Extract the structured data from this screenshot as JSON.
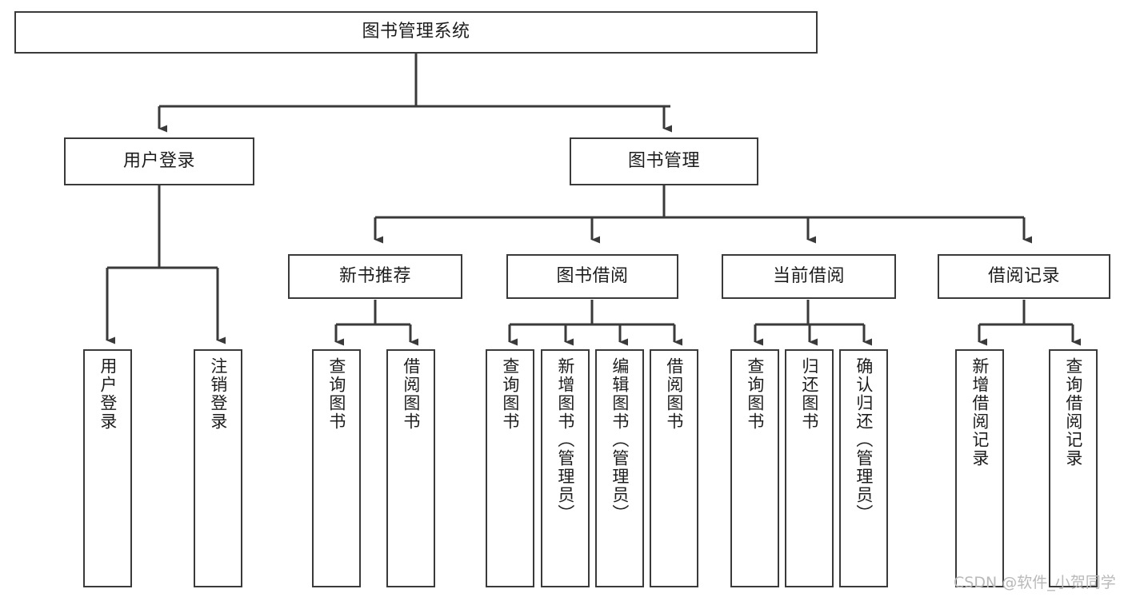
{
  "diagram": {
    "type": "tree-hierarchy-chart",
    "title": "图书管理系统",
    "watermark": "CSDN @软件_小贺同学",
    "colors": {
      "box_border": "#3a3a3a",
      "box_fill": "#ffffff",
      "connector": "#3a3a3a",
      "text": "#1d1d1d",
      "watermark": "#b9b9b9",
      "background": "#ffffff"
    },
    "root": {
      "label": "图书管理系统",
      "orientation": "horizontal"
    },
    "level2": [
      {
        "label": "用户登录",
        "orientation": "horizontal"
      },
      {
        "label": "图书管理",
        "orientation": "horizontal"
      }
    ],
    "level3": [
      {
        "label": "新书推荐",
        "orientation": "horizontal"
      },
      {
        "label": "图书借阅",
        "orientation": "horizontal"
      },
      {
        "label": "当前借阅",
        "orientation": "horizontal"
      },
      {
        "label": "借阅记录",
        "orientation": "horizontal"
      }
    ],
    "leaves": {
      "user_login": [
        {
          "label": "用户登录",
          "orientation": "vertical"
        },
        {
          "label": "注销登录",
          "orientation": "vertical"
        }
      ],
      "new_book_recommend": [
        {
          "label": "查询图书",
          "orientation": "vertical"
        },
        {
          "label": "借阅图书",
          "orientation": "vertical"
        }
      ],
      "book_borrow": [
        {
          "label": "查询图书",
          "orientation": "vertical"
        },
        {
          "label": "新增图书（管理员）",
          "orientation": "vertical"
        },
        {
          "label": "编辑图书（管理员）",
          "orientation": "vertical"
        },
        {
          "label": "借阅图书",
          "orientation": "vertical"
        }
      ],
      "current_borrow": [
        {
          "label": "查询图书",
          "orientation": "vertical"
        },
        {
          "label": "归还图书",
          "orientation": "vertical"
        },
        {
          "label": "确认归还（管理员）",
          "orientation": "vertical"
        }
      ],
      "borrow_record": [
        {
          "label": "新增借阅记录",
          "orientation": "vertical"
        },
        {
          "label": "查询借阅记录",
          "orientation": "vertical"
        }
      ]
    }
  }
}
